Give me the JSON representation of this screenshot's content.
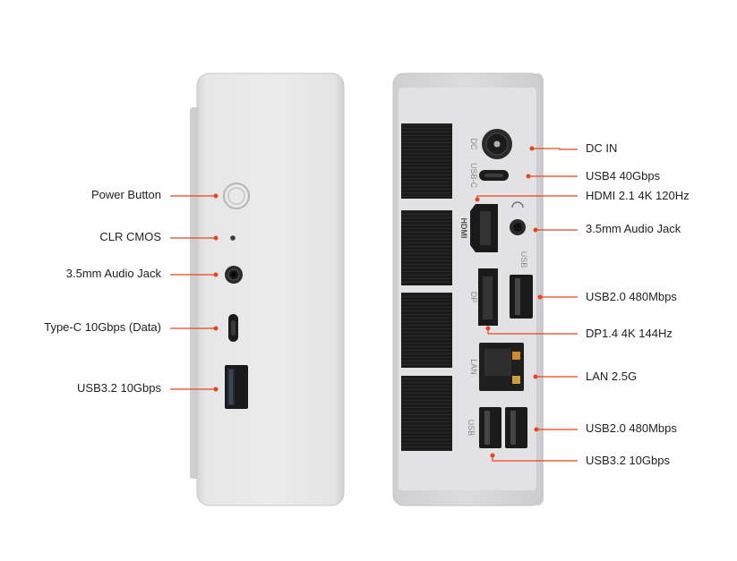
{
  "colors": {
    "accent": "#e8451f",
    "body_light": "#e9e9ea",
    "body_mid": "#d0d0d2",
    "vent": "#151515"
  },
  "front_panel": {
    "labels": [
      {
        "id": "power-button",
        "text": "Power Button"
      },
      {
        "id": "clr-cmos",
        "text": "CLR CMOS"
      },
      {
        "id": "front-audio-jack",
        "text": "3.5mm Audio Jack"
      },
      {
        "id": "type-c",
        "text": "Type-C 10Gbps (Data)"
      },
      {
        "id": "front-usb32",
        "text": "USB3.2 10Gbps"
      }
    ]
  },
  "rear_panel": {
    "port_markings": {
      "dc": "DC",
      "usbc": "USB-C",
      "hdmi": "HDMI",
      "usb_top": "USB",
      "dp": "DP",
      "lan": "LAN",
      "usb_bottom": "USB"
    },
    "labels": [
      {
        "id": "dc-in",
        "text": "DC IN"
      },
      {
        "id": "usb4",
        "text": "USB4 40Gbps"
      },
      {
        "id": "hdmi",
        "text": "HDMI 2.1 4K 120Hz"
      },
      {
        "id": "rear-audio-jack",
        "text": "3.5mm Audio Jack"
      },
      {
        "id": "usb20-top",
        "text": "USB2.0 480Mbps"
      },
      {
        "id": "dp",
        "text": "DP1.4 4K 144Hz"
      },
      {
        "id": "lan",
        "text": "LAN 2.5G"
      },
      {
        "id": "usb20-bottom",
        "text": "USB2.0 480Mbps"
      },
      {
        "id": "rear-usb32",
        "text": "USB3.2 10Gbps"
      }
    ]
  }
}
